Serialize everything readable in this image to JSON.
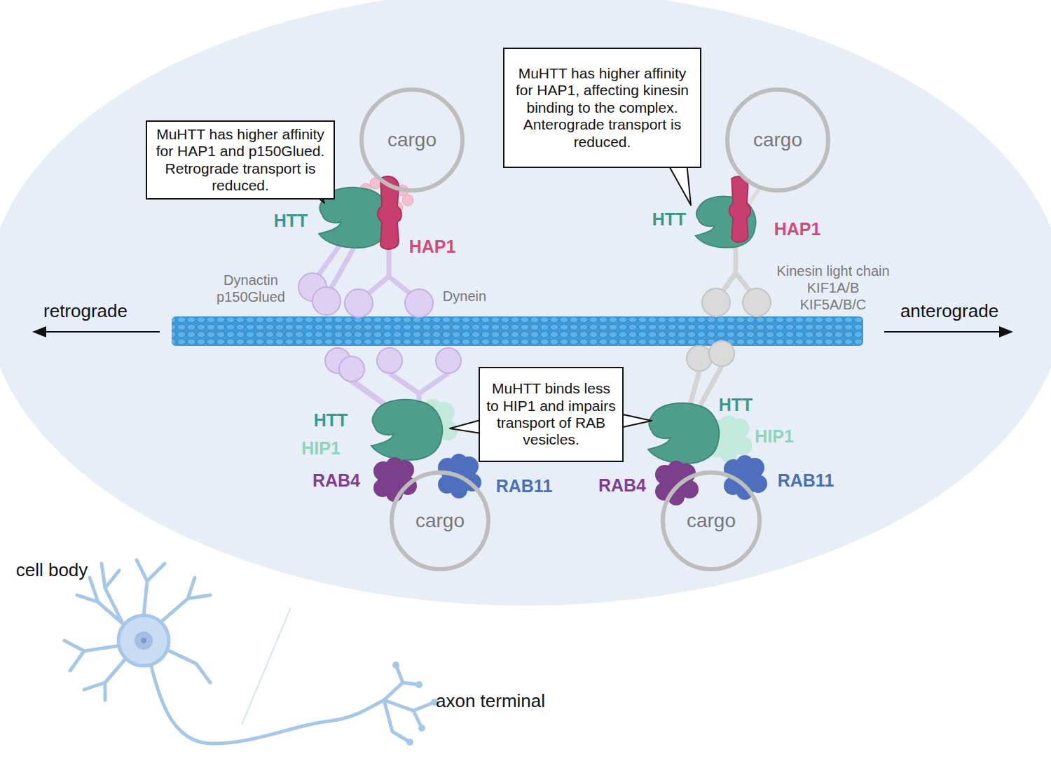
{
  "diagram": {
    "nodes": [
      {
        "text": [
          "MuHTT has higher affinity for HAP1 and p150Glued. Retrograde transport is reduced."
        ]
      },
      {
        "text": [
          "cargo"
        ]
      },
      {
        "text": [
          "MuHTT has higher affinity for HAP1, affecting kinesin binding to the complex. Anterograde transport is reduced."
        ]
      },
      {
        "text": [
          "cargo"
        ]
      },
      {
        "text": [
          "MuHTT binds less to HIP1 and impairs transport of RAB vesicles."
        ]
      },
      {
        "text": [
          "cargo"
        ]
      },
      {
        "text": [
          "cargo"
        ]
      }
    ],
    "labels": [
      "HTT",
      "HAP1",
      "Dynactin p150Glued",
      "Dynein",
      "HTT",
      "HAP1",
      "Kinesin light chain KIF1A/B KIF5A/B/C",
      "retrograde",
      "anterograde",
      "HTT",
      "HIP1",
      "RAB4",
      "RAB11",
      "HTT",
      "HIP1",
      "RAB4",
      "RAB11",
      "cell body",
      "axon terminal"
    ]
  }
}
